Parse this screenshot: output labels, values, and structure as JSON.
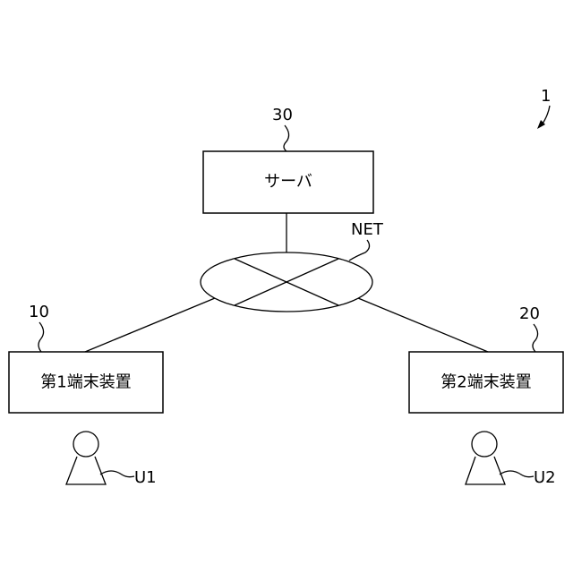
{
  "figure_ref": "1",
  "server": {
    "ref": "30",
    "label": "サーバ"
  },
  "network": {
    "label": "NET"
  },
  "terminal_1": {
    "ref": "10",
    "label": "第1端末装置"
  },
  "terminal_2": {
    "ref": "20",
    "label": "第2端末装置"
  },
  "user_1": {
    "label": "U1"
  },
  "user_2": {
    "label": "U2"
  }
}
